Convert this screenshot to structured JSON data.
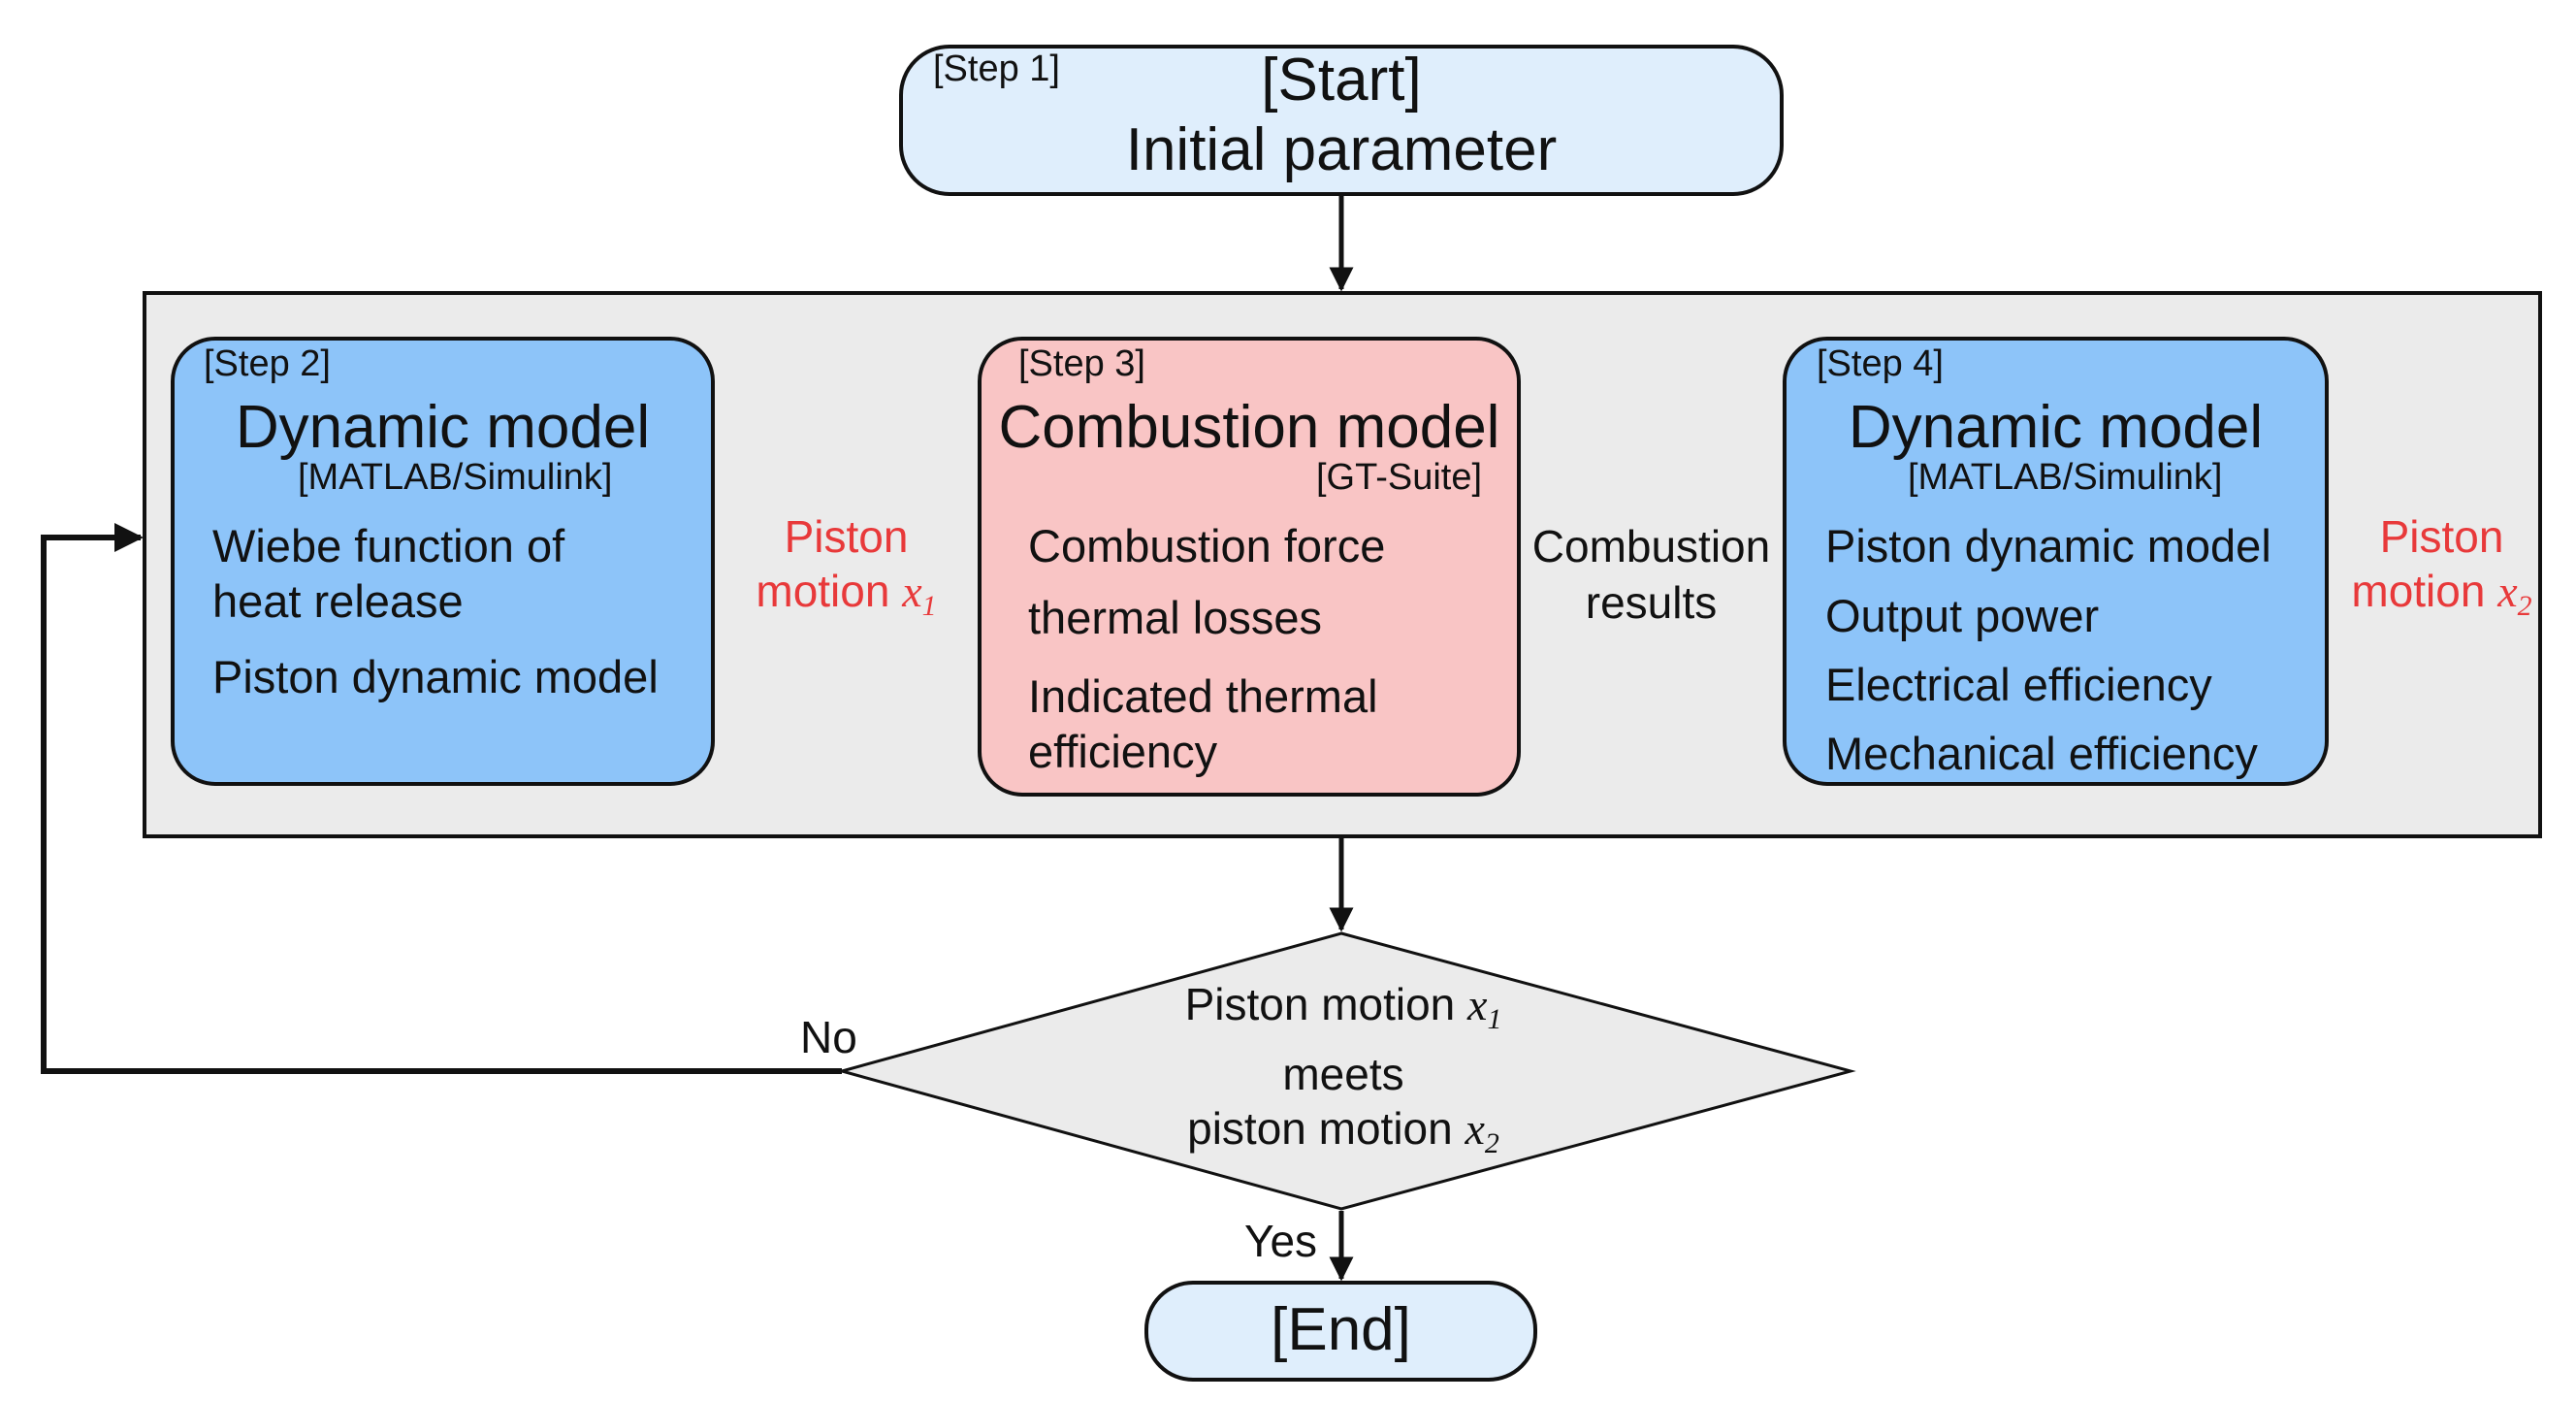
{
  "start": {
    "step": "[Step 1]",
    "title": "[Start]",
    "subtitle": "Initial parameter"
  },
  "step2": {
    "step": "[Step 2]",
    "title": "Dynamic model",
    "tool": "[MATLAB/Simulink]",
    "items": [
      "Wiebe function of",
      "heat release",
      "Piston dynamic model"
    ]
  },
  "step3": {
    "step": "[Step 3]",
    "title": "Combustion model",
    "tool": "[GT-Suite]",
    "items": [
      "Combustion force",
      "thermal losses",
      "Indicated thermal",
      "efficiency"
    ]
  },
  "step4": {
    "step": "[Step 4]",
    "title": "Dynamic model",
    "tool": "[MATLAB/Simulink]",
    "items": [
      "Piston dynamic model",
      "Output power",
      "Electrical efficiency",
      "Mechanical efficiency"
    ]
  },
  "edges": {
    "piston1_line1": "Piston",
    "piston1_line2": "motion",
    "combustion_line1": "Combustion",
    "combustion_line2": "results",
    "piston2_line1": "Piston",
    "piston2_line2": "motion",
    "no": "No",
    "yes": "Yes",
    "var_x": "x",
    "sub_1": "1",
    "sub_2": "2"
  },
  "decision": {
    "line1": "Piston motion",
    "line2": "meets",
    "line3": "piston motion"
  },
  "end": {
    "title": "[End]"
  },
  "colors": {
    "light_blue": "#dfeefc",
    "blue": "#8dc4f9",
    "pink": "#f9c5c5",
    "gray": "#ebebeb",
    "red_label": "#e8393a"
  }
}
